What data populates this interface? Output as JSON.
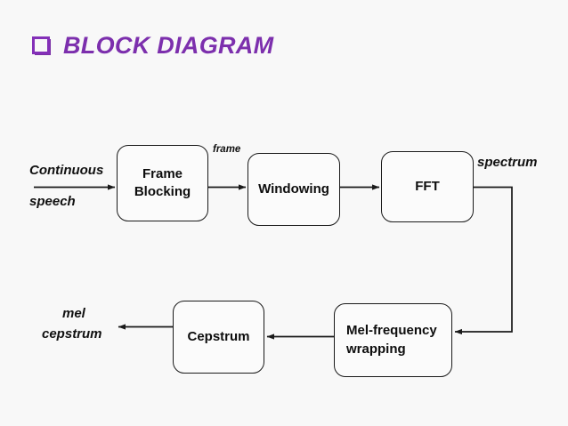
{
  "slide": {
    "background_color": "#f8f8f8",
    "title": {
      "text": "BLOCK DIAGRAM",
      "bullet_glyph": "hollow-square",
      "color": "#7c2fad"
    }
  },
  "diagram": {
    "type": "block-diagram",
    "nodes": [
      {
        "id": "frame-blocking",
        "label": "Frame\nBlocking",
        "line1": "Frame",
        "line2": "Blocking",
        "align": "center"
      },
      {
        "id": "windowing",
        "label": "Windowing",
        "line1": "Windowing",
        "line2": "",
        "align": "center"
      },
      {
        "id": "fft",
        "label": "FFT",
        "line1": "FFT",
        "line2": "",
        "align": "center"
      },
      {
        "id": "mel-wrapping",
        "label": "Mel-frequency\nwrapping",
        "line1": "Mel-frequency",
        "line2": "wrapping",
        "align": "left"
      },
      {
        "id": "cepstrum",
        "label": "Cepstrum",
        "line1": "Cepstrum",
        "line2": "",
        "align": "center"
      }
    ],
    "edge_labels": {
      "input_line1": "Continuous",
      "input_line2": "speech",
      "frame": "frame",
      "spectrum": "spectrum",
      "output_line1": "mel",
      "output_line2": "cepstrum"
    },
    "edges": [
      {
        "from": "input",
        "to": "frame-blocking",
        "label": "Continuous speech"
      },
      {
        "from": "frame-blocking",
        "to": "windowing",
        "label": "frame"
      },
      {
        "from": "windowing",
        "to": "fft",
        "label": ""
      },
      {
        "from": "fft",
        "to": "mel-wrapping",
        "label": "spectrum"
      },
      {
        "from": "mel-wrapping",
        "to": "cepstrum",
        "label": ""
      },
      {
        "from": "cepstrum",
        "to": "output",
        "label": "mel cepstrum"
      }
    ],
    "stroke_color": "#1a1a1a",
    "node_fill": "#fbfbfb"
  }
}
